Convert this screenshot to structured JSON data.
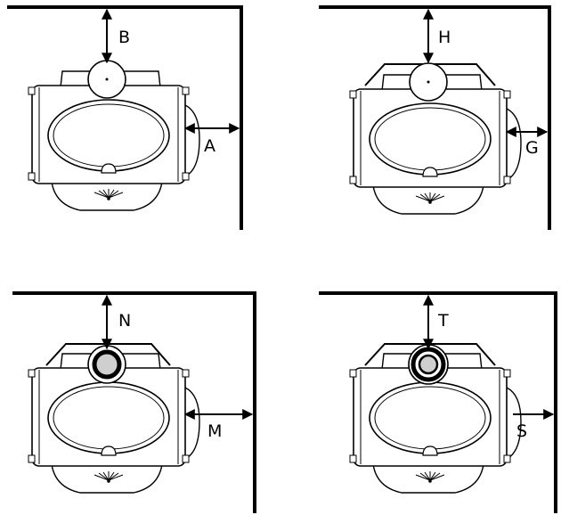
{
  "panels": [
    {
      "id": "top-left",
      "vertical_label": "B",
      "horizontal_label": "A",
      "hood": false,
      "flue": "plain"
    },
    {
      "id": "top-right",
      "vertical_label": "H",
      "horizontal_label": "G",
      "hood": true,
      "flue": "plain"
    },
    {
      "id": "bottom-left",
      "vertical_label": "N",
      "horizontal_label": "M",
      "hood": true,
      "flue": "ring"
    },
    {
      "id": "bottom-right",
      "vertical_label": "T",
      "horizontal_label": "S",
      "hood": true,
      "flue": "double-ring"
    }
  ],
  "colors": {
    "line": "#000000",
    "stove_fill": "#ffffff",
    "flue_grey": "#cfcfcf"
  }
}
